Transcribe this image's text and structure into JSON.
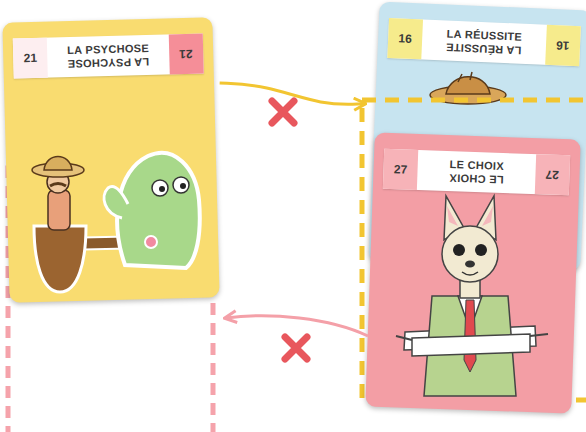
{
  "diagram": {
    "nodes": [
      {
        "text": [
          "21",
          "LA PSYCHOSE",
          "LA PSYCHOSE",
          "21"
        ]
      },
      {
        "text": [
          "16",
          "LA RÉUSSITE",
          "LA RÉUSSITE",
          "16"
        ]
      },
      {
        "text": [
          "27",
          "LE CHOIX",
          "LE CHOIX",
          "27"
        ]
      }
    ],
    "edges": [
      {
        "from": 0,
        "to": 1,
        "arrow": "to"
      }
    ]
  }
}
